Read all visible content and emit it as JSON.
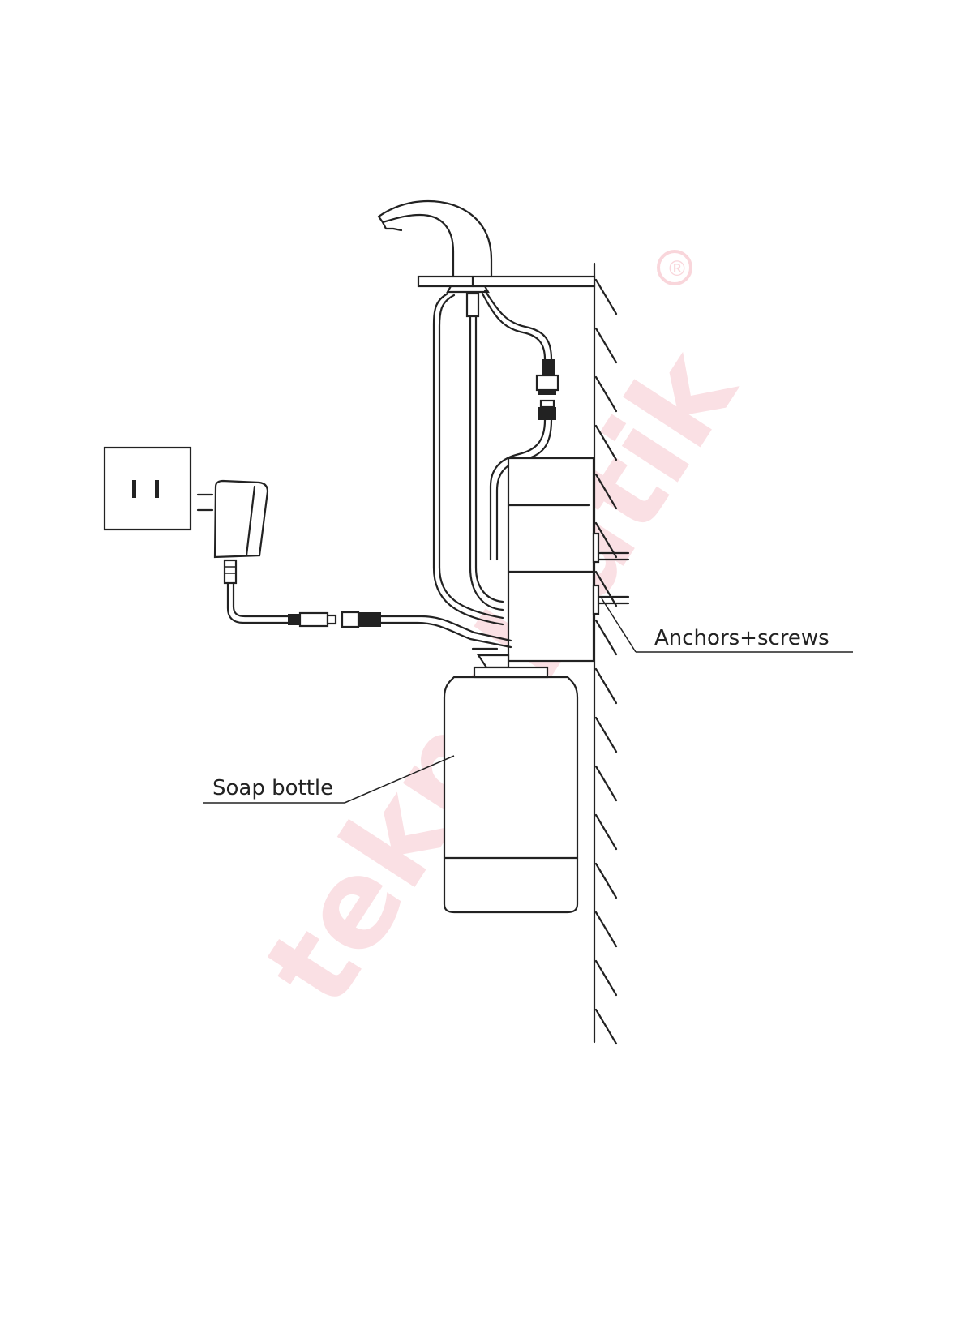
{
  "labels": {
    "anchors": "Anchors+screws",
    "soap_bottle": "Soap bottle"
  },
  "watermark": {
    "text": "teknobutik",
    "symbol": "®",
    "color": "#f9d6db"
  },
  "components": [
    "sensor-faucet",
    "countertop",
    "wall",
    "control-box",
    "soap-bottle",
    "wall-outlet",
    "power-adapter",
    "dc-connector",
    "cable-connector"
  ]
}
